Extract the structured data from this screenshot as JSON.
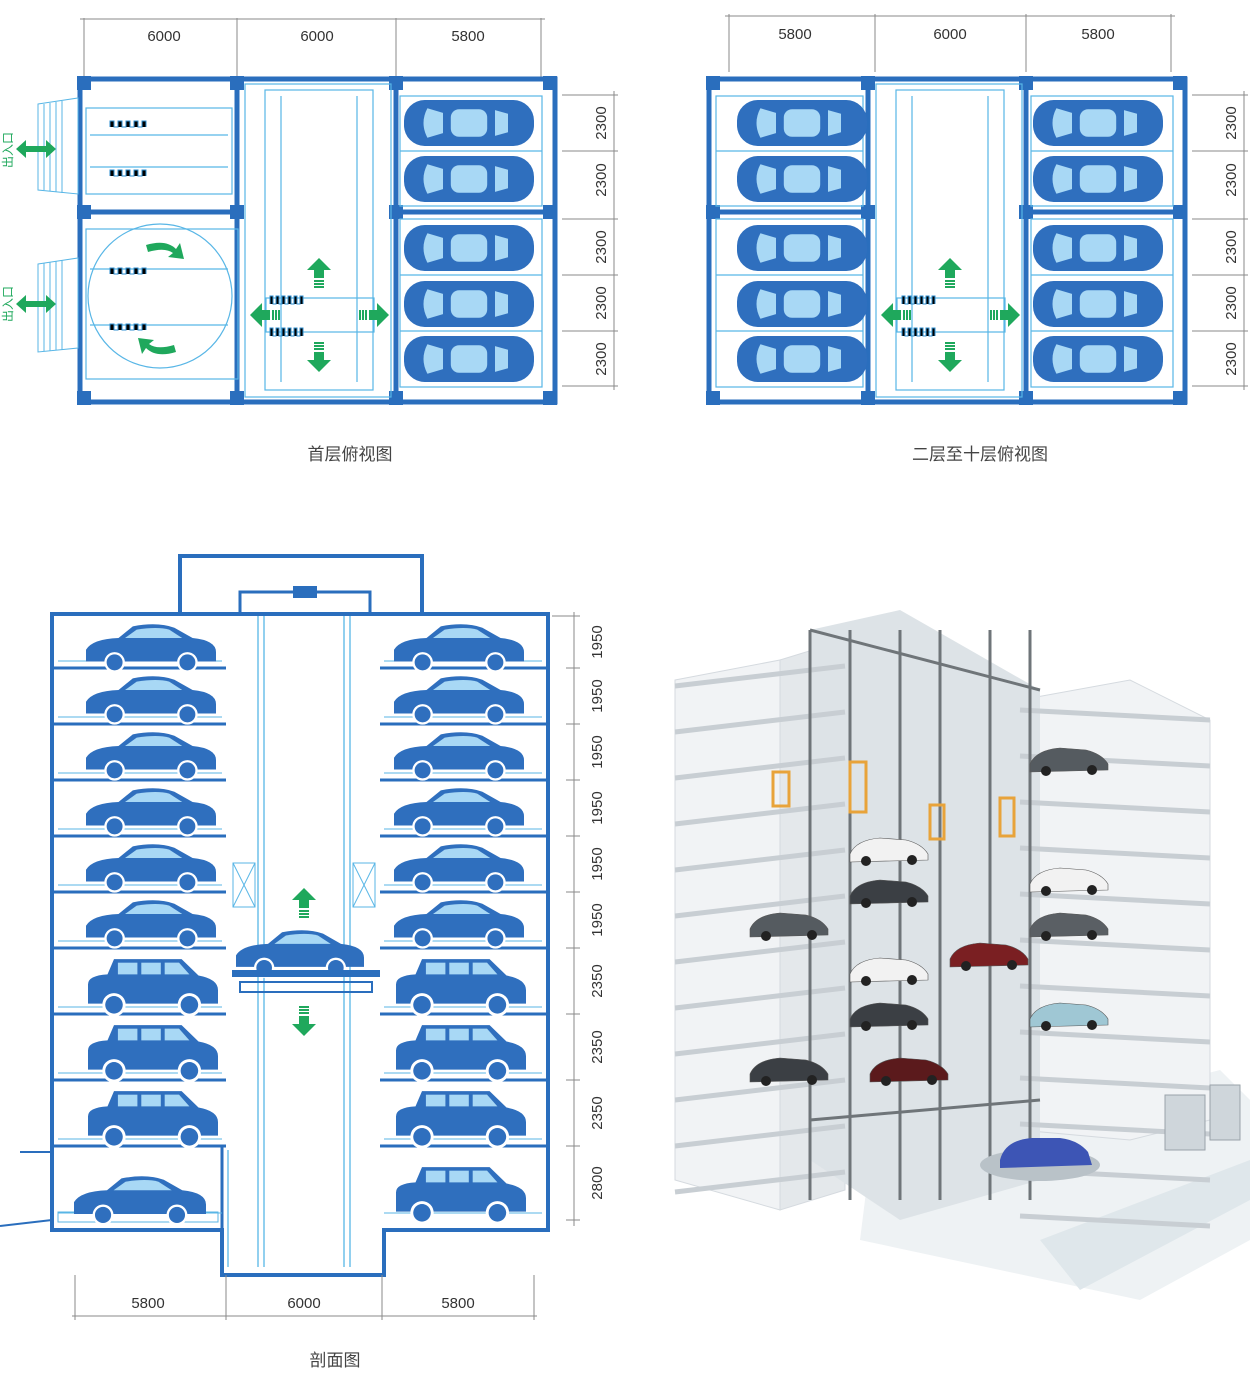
{
  "colors": {
    "wall": "#2a6ebd",
    "light_line": "#58b6e6",
    "car_body": "#2f6fbe",
    "car_glass": "#a8d8f5",
    "arrow": "#1fa85c",
    "dim_line": "#8a8a8a",
    "text": "#333333"
  },
  "ground_plan": {
    "caption": "首层俯视图",
    "dims_top": [
      "6000",
      "6000",
      "5800"
    ],
    "dims_right": [
      "2300",
      "2300",
      "2300",
      "2300",
      "2300"
    ],
    "entrance_labels": [
      "出入口",
      "出入口"
    ]
  },
  "upper_plan": {
    "caption": "二层至十层俯视图",
    "dims_top": [
      "5800",
      "6000",
      "5800"
    ],
    "dims_right": [
      "2300",
      "2300",
      "2300",
      "2300",
      "2300"
    ]
  },
  "section": {
    "caption": "剖面图",
    "dims_bottom": [
      "5800",
      "6000",
      "5800"
    ],
    "dims_right": [
      "1950",
      "1950",
      "1950",
      "1950",
      "1950",
      "1950",
      "2350",
      "2350",
      "2350",
      "2800"
    ]
  },
  "render": {
    "description_icon": "3d-building-cutaway-illustration"
  }
}
